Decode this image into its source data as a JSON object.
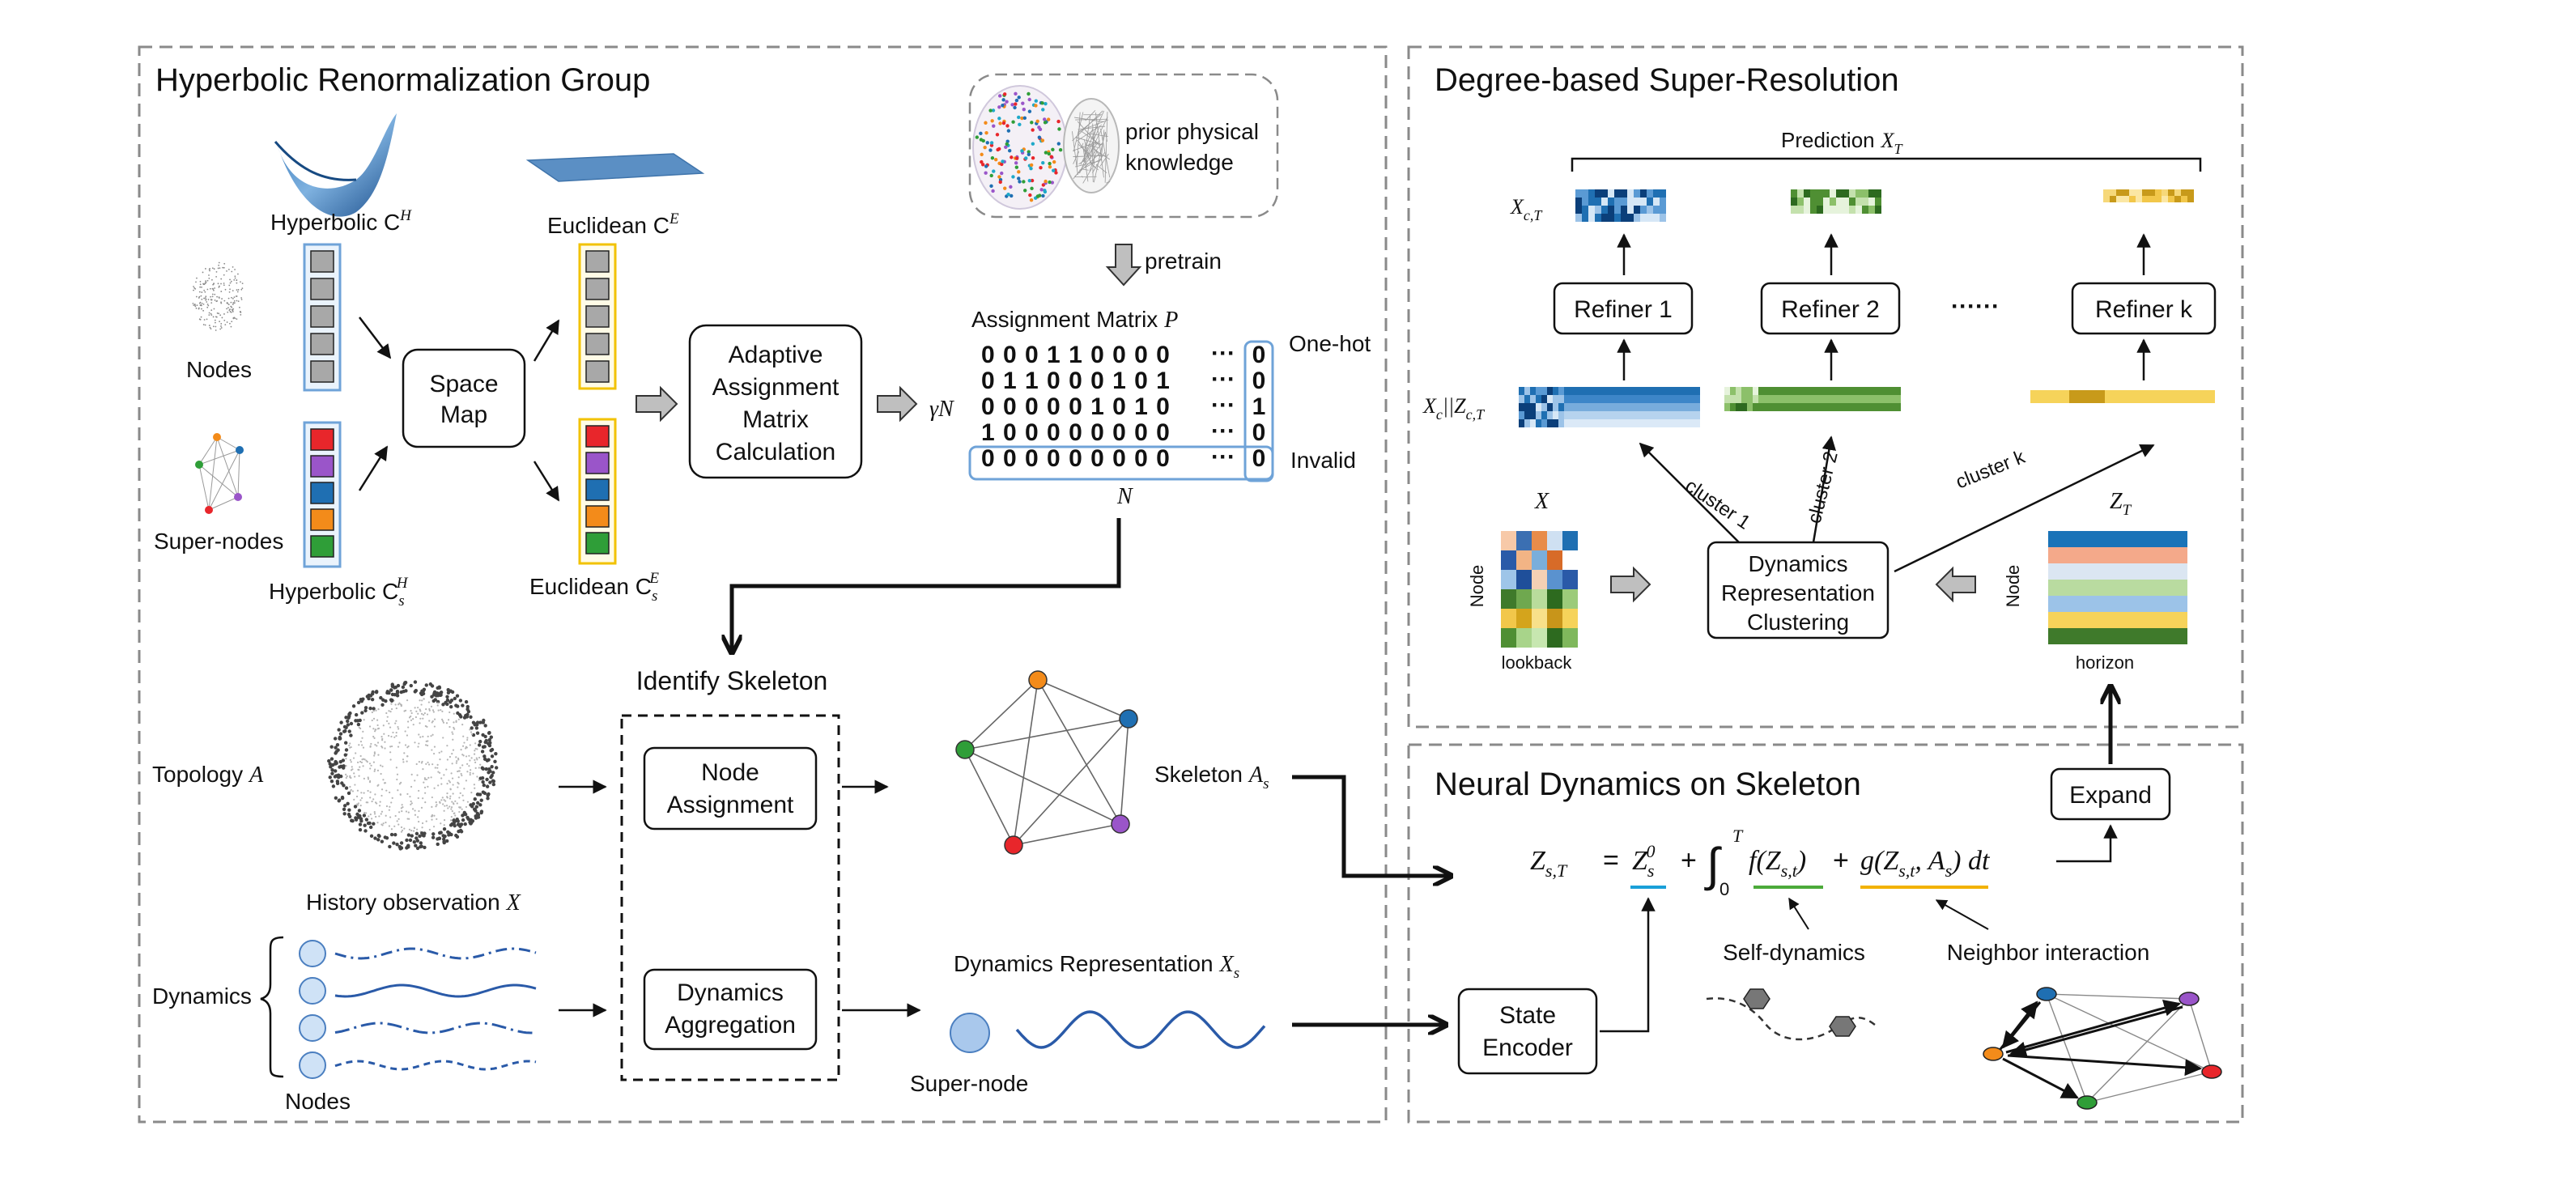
{
  "panels": {
    "hrg": {
      "title": "Hyperbolic Renormalization Group"
    },
    "dsr": {
      "title": "Degree-based Super-Resolution"
    },
    "nds": {
      "title": "Neural Dynamics on Skeleton"
    }
  },
  "hrg": {
    "hyperbolic_ch": "Hyperbolic C",
    "hyperbolic_ch_sup": "H",
    "euclidean_ce": "Euclidean C",
    "euclidean_ce_sup": "E",
    "nodes": "Nodes",
    "super_nodes": "Super-nodes",
    "hyperbolic_csh": "Hyperbolic C",
    "hyperbolic_csh_sub": "s",
    "hyperbolic_csh_sup": "H",
    "euclidean_cse": "Euclidean C",
    "euclidean_cse_sub": "s",
    "euclidean_cse_sup": "E",
    "space_map_l1": "Space",
    "space_map_l2": "Map",
    "adaptive_l1": "Adaptive",
    "adaptive_l2": "Assignment",
    "adaptive_l3": "Matrix",
    "adaptive_l4": "Calculation",
    "prior_l1": "prior physical",
    "prior_l2": "knowledge",
    "pretrain": "pretrain",
    "assignment_matrix": "Assignment Matrix",
    "assignment_matrix_sym": "P",
    "one_hot": "One-hot",
    "invalid": "Invalid",
    "gamma_n": "γN",
    "n_label": "N",
    "matrix_rows": [
      {
        "digits": "0 0 0 1 1 0 0 0 0",
        "last": "0",
        "color": "#c8202a"
      },
      {
        "digits": "0 1 1 0 0 0 1 0 1",
        "last": "0",
        "color": "#8a4fb8"
      },
      {
        "digits": "0 0 0 0 0 1 0 1 0",
        "last": "1",
        "color": "#1fa9c9"
      },
      {
        "digits": "1 0 0 0 0 0 0 0 0",
        "last": "0",
        "color": "#f08a1c"
      },
      {
        "digits": "0 0 0 0 0 0 0 0 0",
        "last": "0",
        "color": "#2f9a3a"
      }
    ],
    "ellipsis": "···",
    "identify_skeleton": "Identify Skeleton",
    "topology": "Topology",
    "topology_sym": "A",
    "node_assignment_l1": "Node",
    "node_assignment_l2": "Assignment",
    "skeleton": "Skeleton",
    "skeleton_sym": "A",
    "skeleton_sub": "s",
    "history_obs": "History observation",
    "history_obs_sym": "X",
    "dynamics": "Dynamics",
    "dyn_nodes": "Nodes",
    "dyn_agg_l1": "Dynamics",
    "dyn_agg_l2": "Aggregation",
    "dyn_rep": "Dynamics Representation",
    "dyn_rep_sym": "X",
    "dyn_rep_sub": "s",
    "super_node": "Super-node"
  },
  "dsr": {
    "prediction": "Prediction",
    "prediction_sym": "X",
    "prediction_sub": "T",
    "xct": "X",
    "xct_sub": "c,T",
    "refiners": [
      "Refiner 1",
      "Refiner 2",
      "Refiner k"
    ],
    "dots": "······",
    "xc_concat": "X",
    "xc_concat_sub1": "c",
    "xc_concat_mid": "||Z",
    "xc_concat_sub2": "c,T",
    "cluster_1": "cluster 1",
    "cluster_2": "cluster 2",
    "cluster_k": "cluster k",
    "x_label": "X",
    "zt_label": "Z",
    "zt_sub": "T",
    "node_left": "Node",
    "node_right": "Node",
    "lookback": "lookback",
    "horizon": "horizon",
    "drc_l1": "Dynamics",
    "drc_l2": "Representation",
    "drc_l3": "Clustering",
    "expand": "Expand"
  },
  "nds": {
    "eq_lhs": "Z",
    "eq_lhs_sub": "s,T",
    "eq_eq": "=",
    "eq_z0": "Z",
    "eq_z0_sub": "s",
    "eq_z0_sup": "0",
    "eq_plus": "+",
    "eq_int_lo": "0",
    "eq_int_hi": "T",
    "eq_f": "f(Z",
    "eq_f_sub": "s,t",
    "eq_f_close": ")",
    "eq_g": "g(Z",
    "eq_g_sub": "s,t",
    "eq_g_mid": ", A",
    "eq_g_sub2": "s",
    "eq_g_close": ") dt",
    "self_dynamics": "Self-dynamics",
    "neighbor_interaction": "Neighbor interaction",
    "state_encoder_l1": "State",
    "state_encoder_l2": "Encoder"
  },
  "colors": {
    "node_red": "#e8262b",
    "node_purple": "#9a55c9",
    "node_blue": "#1f6fb2",
    "node_orange": "#f38b1a",
    "node_green": "#2f9e38",
    "hyperbolic_box": "#6fa3d8",
    "euclidean_box": "#f2c200",
    "blue_curve": "#2a5aa8",
    "underline_blue": "#1aa0d8",
    "underline_green": "#4caa3a",
    "underline_yellow": "#f2b200"
  }
}
